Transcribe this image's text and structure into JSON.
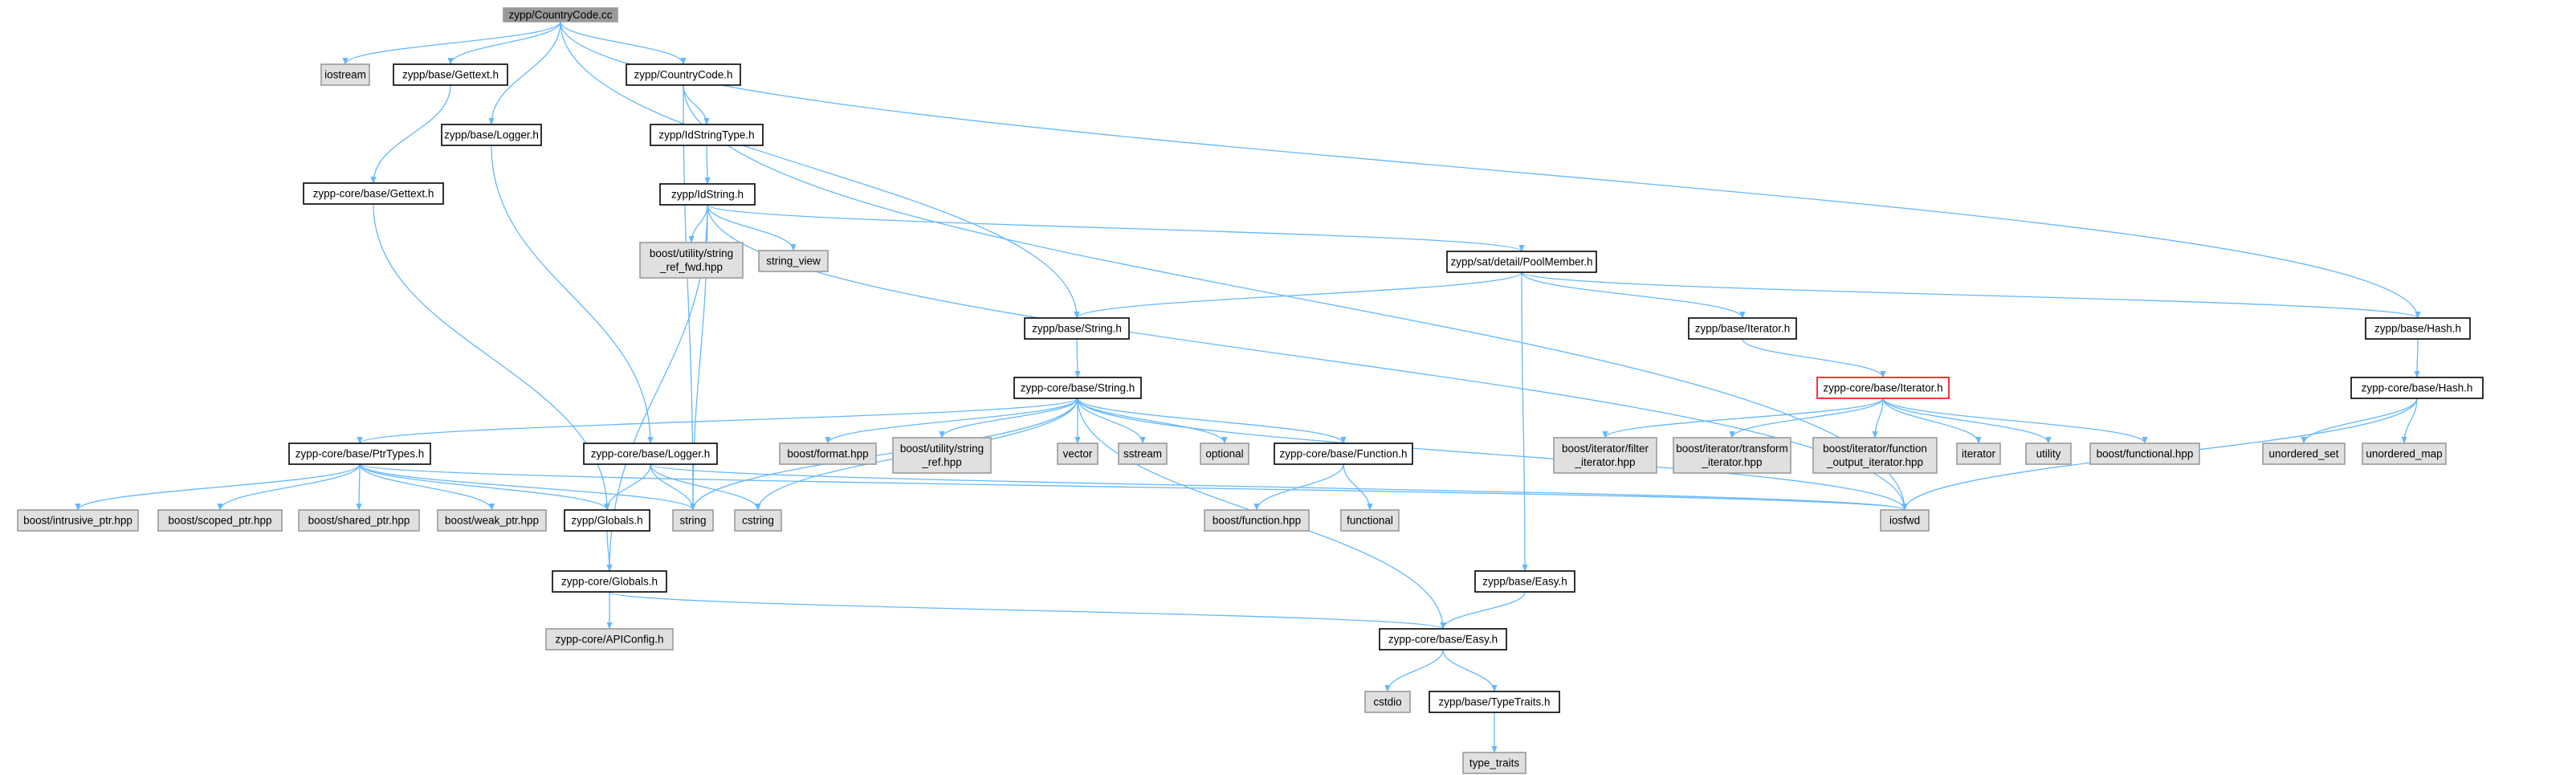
{
  "colors": {
    "edge": "#63b8ff",
    "node_border": "#000000",
    "node_fill": "#ffffff",
    "node_root_fill": "#999999",
    "node_ext_fill": "#e0e0e0",
    "node_ext_border": "#999999",
    "node_truncated_border": "#ff0000"
  },
  "nodes": [
    {
      "id": "countrycode_cc",
      "lines": [
        "zypp/CountryCode.cc"
      ],
      "kind": "root"
    },
    {
      "id": "iostream",
      "lines": [
        "iostream"
      ],
      "kind": "external"
    },
    {
      "id": "base_gettext_h",
      "lines": [
        "zypp/base/Gettext.h"
      ],
      "kind": "normal"
    },
    {
      "id": "countrycode_h",
      "lines": [
        "zypp/CountryCode.h"
      ],
      "kind": "normal"
    },
    {
      "id": "core_gettext_h",
      "lines": [
        "zypp-core/base/Gettext.h"
      ],
      "kind": "normal"
    },
    {
      "id": "base_logger_h",
      "lines": [
        "zypp/base/Logger.h"
      ],
      "kind": "normal"
    },
    {
      "id": "idstringtype_h",
      "lines": [
        "zypp/IdStringType.h"
      ],
      "kind": "normal"
    },
    {
      "id": "idstring_h",
      "lines": [
        "zypp/IdString.h"
      ],
      "kind": "normal"
    },
    {
      "id": "string_ref_fwd",
      "lines": [
        "boost/utility/string",
        "_ref_fwd.hpp"
      ],
      "kind": "external"
    },
    {
      "id": "string_view",
      "lines": [
        "string_view"
      ],
      "kind": "external"
    },
    {
      "id": "poolmember_h",
      "lines": [
        "zypp/sat/detail/PoolMember.h"
      ],
      "kind": "normal"
    },
    {
      "id": "base_string_h",
      "lines": [
        "zypp/base/String.h"
      ],
      "kind": "normal"
    },
    {
      "id": "base_iterator_h",
      "lines": [
        "zypp/base/Iterator.h"
      ],
      "kind": "normal"
    },
    {
      "id": "base_hash_h",
      "lines": [
        "zypp/base/Hash.h"
      ],
      "kind": "normal"
    },
    {
      "id": "core_string_h",
      "lines": [
        "zypp-core/base/String.h"
      ],
      "kind": "normal"
    },
    {
      "id": "core_iterator_h",
      "lines": [
        "zypp-core/base/Iterator.h"
      ],
      "kind": "truncated"
    },
    {
      "id": "core_hash_h",
      "lines": [
        "zypp-core/base/Hash.h"
      ],
      "kind": "normal"
    },
    {
      "id": "core_ptrtypes_h",
      "lines": [
        "zypp-core/base/PtrTypes.h"
      ],
      "kind": "normal"
    },
    {
      "id": "core_logger_h",
      "lines": [
        "zypp-core/base/Logger.h"
      ],
      "kind": "normal"
    },
    {
      "id": "boost_format",
      "lines": [
        "boost/format.hpp"
      ],
      "kind": "external"
    },
    {
      "id": "boost_string_ref",
      "lines": [
        "boost/utility/string",
        "_ref.hpp"
      ],
      "kind": "external"
    },
    {
      "id": "vector",
      "lines": [
        "vector"
      ],
      "kind": "external"
    },
    {
      "id": "sstream",
      "lines": [
        "sstream"
      ],
      "kind": "external"
    },
    {
      "id": "optional",
      "lines": [
        "optional"
      ],
      "kind": "external"
    },
    {
      "id": "core_function_h",
      "lines": [
        "zypp-core/base/Function.h"
      ],
      "kind": "normal"
    },
    {
      "id": "filter_iterator",
      "lines": [
        "boost/iterator/filter",
        "_iterator.hpp"
      ],
      "kind": "external"
    },
    {
      "id": "transform_iterator",
      "lines": [
        "boost/iterator/transform",
        "_iterator.hpp"
      ],
      "kind": "external"
    },
    {
      "id": "function_output_iterator",
      "lines": [
        "boost/iterator/function",
        "_output_iterator.hpp"
      ],
      "kind": "external"
    },
    {
      "id": "iterator",
      "lines": [
        "iterator"
      ],
      "kind": "external"
    },
    {
      "id": "utility",
      "lines": [
        "utility"
      ],
      "kind": "external"
    },
    {
      "id": "boost_functional",
      "lines": [
        "boost/functional.hpp"
      ],
      "kind": "external"
    },
    {
      "id": "unordered_set",
      "lines": [
        "unordered_set"
      ],
      "kind": "external"
    },
    {
      "id": "unordered_map",
      "lines": [
        "unordered_map"
      ],
      "kind": "external"
    },
    {
      "id": "intrusive_ptr",
      "lines": [
        "boost/intrusive_ptr.hpp"
      ],
      "kind": "external"
    },
    {
      "id": "scoped_ptr",
      "lines": [
        "boost/scoped_ptr.hpp"
      ],
      "kind": "external"
    },
    {
      "id": "shared_ptr",
      "lines": [
        "boost/shared_ptr.hpp"
      ],
      "kind": "external"
    },
    {
      "id": "weak_ptr",
      "lines": [
        "boost/weak_ptr.hpp"
      ],
      "kind": "external"
    },
    {
      "id": "zypp_globals_h",
      "lines": [
        "zypp/Globals.h"
      ],
      "kind": "normal"
    },
    {
      "id": "string",
      "lines": [
        "string"
      ],
      "kind": "external"
    },
    {
      "id": "cstring",
      "lines": [
        "cstring"
      ],
      "kind": "external"
    },
    {
      "id": "boost_function",
      "lines": [
        "boost/function.hpp"
      ],
      "kind": "external"
    },
    {
      "id": "functional",
      "lines": [
        "functional"
      ],
      "kind": "external"
    },
    {
      "id": "iosfwd",
      "lines": [
        "iosfwd"
      ],
      "kind": "external"
    },
    {
      "id": "core_globals_h",
      "lines": [
        "zypp-core/Globals.h"
      ],
      "kind": "normal"
    },
    {
      "id": "base_easy_h",
      "lines": [
        "zypp/base/Easy.h"
      ],
      "kind": "normal"
    },
    {
      "id": "core_apiconfig_h",
      "lines": [
        "zypp-core/APIConfig.h"
      ],
      "kind": "external"
    },
    {
      "id": "core_easy_h",
      "lines": [
        "zypp-core/base/Easy.h"
      ],
      "kind": "normal"
    },
    {
      "id": "cstdio",
      "lines": [
        "cstdio"
      ],
      "kind": "external"
    },
    {
      "id": "base_typetraits_h",
      "lines": [
        "zypp/base/TypeTraits.h"
      ],
      "kind": "normal"
    },
    {
      "id": "type_traits",
      "lines": [
        "type_traits"
      ],
      "kind": "external"
    }
  ],
  "edges": [
    [
      "countrycode_cc",
      "iostream"
    ],
    [
      "countrycode_cc",
      "base_gettext_h"
    ],
    [
      "countrycode_cc",
      "countrycode_h"
    ],
    [
      "countrycode_cc",
      "base_logger_h"
    ],
    [
      "countrycode_cc",
      "base_string_h"
    ],
    [
      "countrycode_cc",
      "base_hash_h"
    ],
    [
      "base_gettext_h",
      "core_gettext_h"
    ],
    [
      "core_gettext_h",
      "zypp_globals_h"
    ],
    [
      "countrycode_h",
      "idstringtype_h"
    ],
    [
      "countrycode_h",
      "iosfwd"
    ],
    [
      "countrycode_h",
      "string"
    ],
    [
      "base_logger_h",
      "core_logger_h"
    ],
    [
      "idstringtype_h",
      "idstring_h"
    ],
    [
      "idstring_h",
      "string_ref_fwd"
    ],
    [
      "idstring_h",
      "string_view"
    ],
    [
      "idstring_h",
      "poolmember_h"
    ],
    [
      "idstring_h",
      "iosfwd"
    ],
    [
      "idstring_h",
      "string"
    ],
    [
      "idstring_h",
      "core_globals_h"
    ],
    [
      "poolmember_h",
      "base_string_h"
    ],
    [
      "poolmember_h",
      "base_iterator_h"
    ],
    [
      "poolmember_h",
      "base_hash_h"
    ],
    [
      "poolmember_h",
      "base_easy_h"
    ],
    [
      "base_string_h",
      "core_string_h"
    ],
    [
      "base_iterator_h",
      "core_iterator_h"
    ],
    [
      "base_hash_h",
      "core_hash_h"
    ],
    [
      "core_string_h",
      "core_ptrtypes_h"
    ],
    [
      "core_string_h",
      "boost_format"
    ],
    [
      "core_string_h",
      "boost_string_ref"
    ],
    [
      "core_string_h",
      "vector"
    ],
    [
      "core_string_h",
      "sstream"
    ],
    [
      "core_string_h",
      "optional"
    ],
    [
      "core_string_h",
      "core_function_h"
    ],
    [
      "core_string_h",
      "string"
    ],
    [
      "core_string_h",
      "cstring"
    ],
    [
      "core_string_h",
      "iosfwd"
    ],
    [
      "core_string_h",
      "core_easy_h"
    ],
    [
      "core_iterator_h",
      "filter_iterator"
    ],
    [
      "core_iterator_h",
      "transform_iterator"
    ],
    [
      "core_iterator_h",
      "function_output_iterator"
    ],
    [
      "core_iterator_h",
      "iterator"
    ],
    [
      "core_iterator_h",
      "utility"
    ],
    [
      "core_iterator_h",
      "boost_functional"
    ],
    [
      "core_hash_h",
      "unordered_set"
    ],
    [
      "core_hash_h",
      "unordered_map"
    ],
    [
      "core_hash_h",
      "iosfwd"
    ],
    [
      "core_ptrtypes_h",
      "intrusive_ptr"
    ],
    [
      "core_ptrtypes_h",
      "scoped_ptr"
    ],
    [
      "core_ptrtypes_h",
      "shared_ptr"
    ],
    [
      "core_ptrtypes_h",
      "weak_ptr"
    ],
    [
      "core_ptrtypes_h",
      "zypp_globals_h"
    ],
    [
      "core_ptrtypes_h",
      "string"
    ],
    [
      "core_ptrtypes_h",
      "iosfwd"
    ],
    [
      "core_logger_h",
      "zypp_globals_h"
    ],
    [
      "core_logger_h",
      "string"
    ],
    [
      "core_logger_h",
      "cstring"
    ],
    [
      "core_logger_h",
      "iosfwd"
    ],
    [
      "core_function_h",
      "boost_function"
    ],
    [
      "core_function_h",
      "functional"
    ],
    [
      "zypp_globals_h",
      "core_globals_h"
    ],
    [
      "core_globals_h",
      "core_apiconfig_h"
    ],
    [
      "core_globals_h",
      "core_easy_h"
    ],
    [
      "base_easy_h",
      "core_easy_h"
    ],
    [
      "core_easy_h",
      "cstdio"
    ],
    [
      "core_easy_h",
      "base_typetraits_h"
    ],
    [
      "base_typetraits_h",
      "type_traits"
    ]
  ]
}
